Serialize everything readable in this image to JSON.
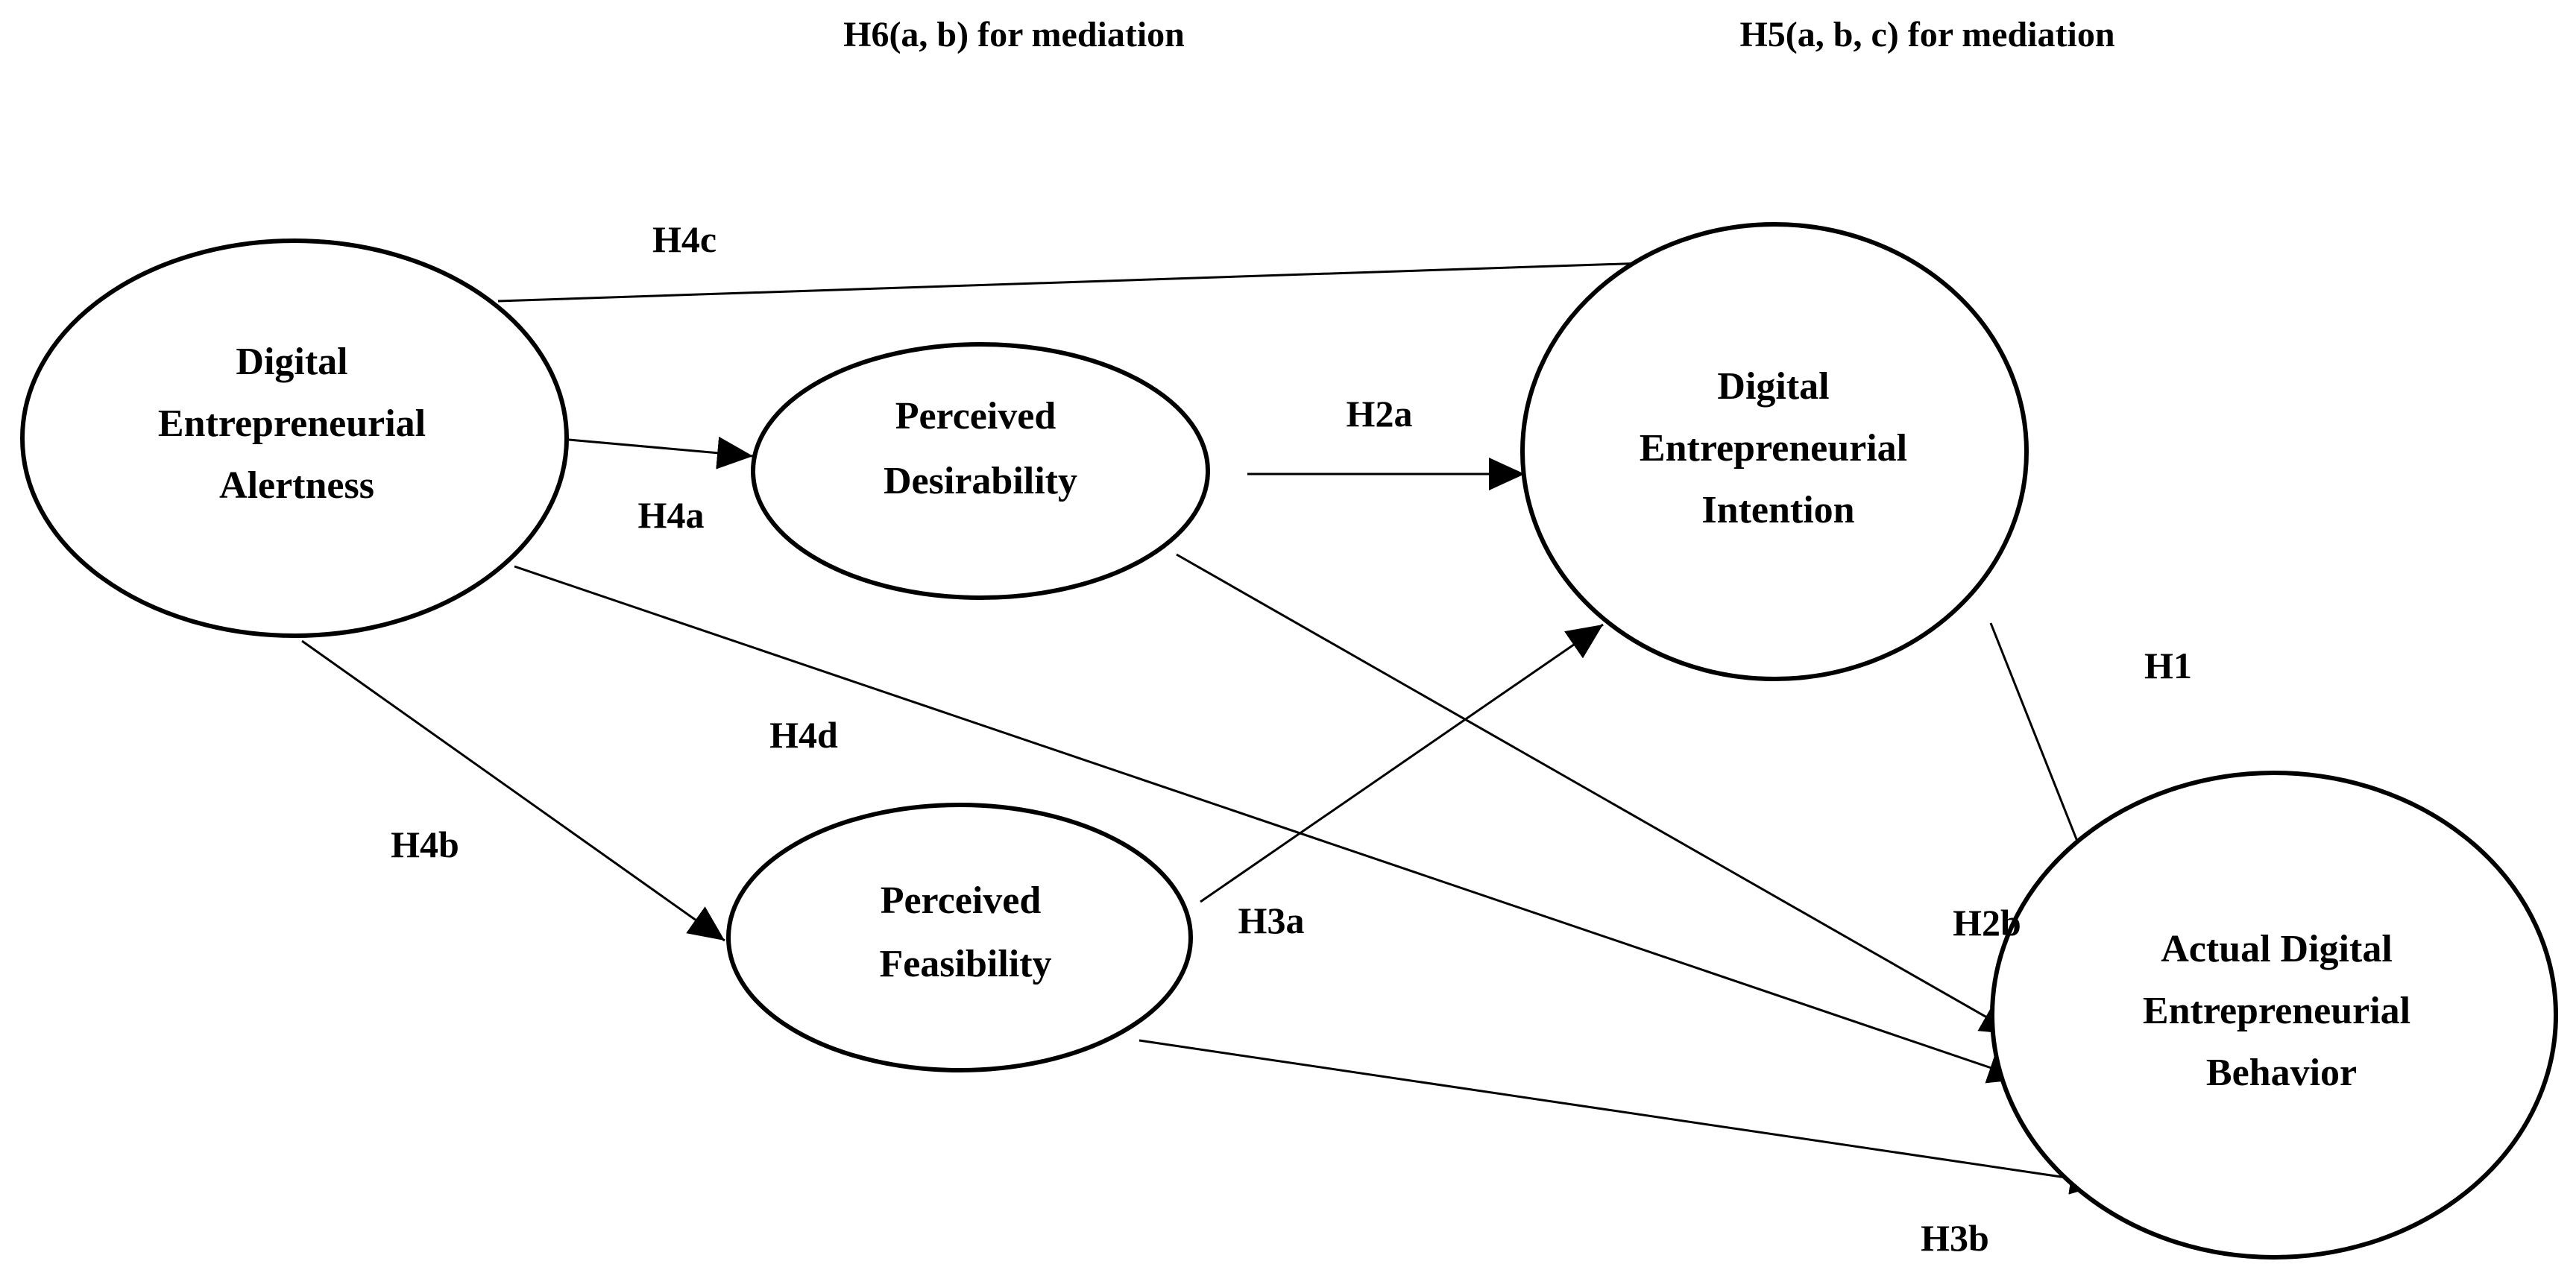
{
  "headers": {
    "h6": "H6(a, b) for mediation",
    "h5": "H5(a, b, c) for mediation"
  },
  "nodes": {
    "dea": {
      "lines": [
        "Digital",
        "Entrepreneurial",
        "Alertness"
      ]
    },
    "pd": {
      "lines": [
        "Perceived",
        "Desirability"
      ]
    },
    "pf": {
      "lines": [
        "Perceived",
        "Feasibility"
      ]
    },
    "dei": {
      "lines": [
        "Digital",
        "Entrepreneurial",
        "Intention"
      ]
    },
    "adeb": {
      "lines": [
        "Actual Digital",
        "Entrepreneurial",
        "Behavior"
      ]
    }
  },
  "edges": {
    "h4c": {
      "label": "H4c"
    },
    "h4a": {
      "label": "H4a"
    },
    "h4b": {
      "label": "H4b"
    },
    "h4d": {
      "label": "H4d"
    },
    "h2a": {
      "label": "H2a"
    },
    "h2b": {
      "label": "H2b"
    },
    "h3a": {
      "label": "H3a"
    },
    "h3b": {
      "label": "H3b"
    },
    "h1": {
      "label": "H1"
    }
  }
}
